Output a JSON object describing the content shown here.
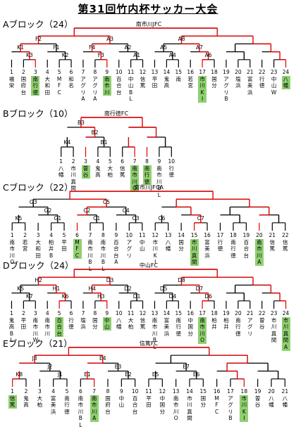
{
  "title": "第31回竹内杯サッカー大会",
  "colors": {
    "winner_line": "#e00000",
    "normal_line": "#000000",
    "highlight": "#8fd070"
  },
  "blocks": [
    {
      "label": "Aブロック（24）",
      "champion": "南市川JFC",
      "matches": [
        "K3",
        "K1",
        "K2",
        "F1",
        "F2",
        "F3",
        "F4",
        "A1",
        "A2",
        "A3",
        "A4",
        "A5",
        "A6",
        "A7",
        "A8"
      ],
      "teams": [
        {
          "no": "1",
          "name": "福栄",
          "hl": false
        },
        {
          "no": "2",
          "name": "国府台",
          "hl": false
        },
        {
          "no": "3",
          "name": "南行徳",
          "hl": true
        },
        {
          "no": "4",
          "name": "大和田",
          "hl": false
        },
        {
          "no": "5",
          "name": "MFC",
          "hl": false
        },
        {
          "no": "6",
          "name": "和名",
          "hl": false
        },
        {
          "no": "7",
          "name": "アグリA",
          "hl": false
        },
        {
          "no": "8",
          "name": "アグリA",
          "hl": false
        },
        {
          "no": "9",
          "name": "南市川",
          "hl": true
        },
        {
          "no": "10",
          "name": "百合台",
          "hl": false
        },
        {
          "no": "11",
          "name": "中山BL",
          "hl": false
        },
        {
          "no": "12",
          "name": "信篤",
          "hl": false
        },
        {
          "no": "13",
          "name": "平田",
          "hl": false
        },
        {
          "no": "14",
          "name": "鬼高",
          "hl": false
        },
        {
          "no": "15",
          "name": "南",
          "hl": false
        },
        {
          "no": "16",
          "name": "若宮",
          "hl": false
        },
        {
          "no": "17",
          "name": "市川KI",
          "hl": true
        },
        {
          "no": "18",
          "name": "国分",
          "hl": false
        },
        {
          "no": "19",
          "name": "アグリB",
          "hl": false
        },
        {
          "no": "20",
          "name": "塩浜",
          "hl": false
        },
        {
          "no": "21",
          "name": "富美浜",
          "hl": false
        },
        {
          "no": "22",
          "name": "行徳",
          "hl": false
        },
        {
          "no": "23",
          "name": "中山W",
          "hl": false
        },
        {
          "no": "24",
          "name": "八幡",
          "hl": true
        }
      ]
    },
    {
      "label": "Bブロック（10）",
      "champion": "南行徳FC",
      "matches": [
        "K4",
        "B1",
        "B2",
        "B3"
      ],
      "teams": [
        {
          "no": "1",
          "name": "八幡",
          "hl": false
        },
        {
          "no": "2",
          "name": "市川真間",
          "hl": false
        },
        {
          "no": "3",
          "name": "曽谷",
          "hl": true
        },
        {
          "no": "4",
          "name": "鬼高",
          "hl": false
        },
        {
          "no": "5",
          "name": "大柏",
          "hl": false
        },
        {
          "no": "6",
          "name": "信篤",
          "hl": false
        },
        {
          "no": "7",
          "name": "南市川O",
          "hl": true
        },
        {
          "no": "8",
          "name": "南行徳",
          "hl": true
        },
        {
          "no": "9",
          "name": "南市川BL",
          "hl": false
        },
        {
          "no": "10",
          "name": "行徳",
          "hl": false
        }
      ]
    },
    {
      "label": "Cブロック（22）",
      "champion": "南市川JFCA",
      "matches": [
        "K5",
        "G1",
        "G2",
        "G3",
        "C1",
        "C2",
        "C3",
        "C4",
        "C5",
        "C6",
        "C7"
      ],
      "teams": [
        {
          "no": "1",
          "name": "南市川O",
          "hl": false
        },
        {
          "no": "2",
          "name": "若宮",
          "hl": false
        },
        {
          "no": "3",
          "name": "大和田",
          "hl": false
        },
        {
          "no": "4",
          "name": "柏井B",
          "hl": false
        },
        {
          "no": "5",
          "name": "平田",
          "hl": false
        },
        {
          "no": "6",
          "name": "MFC",
          "hl": true
        },
        {
          "no": "7",
          "name": "南市川BL",
          "hl": false
        },
        {
          "no": "8",
          "name": "南市川BL",
          "hl": false
        },
        {
          "no": "9",
          "name": "百合台A",
          "hl": false
        },
        {
          "no": "10",
          "name": "アグリ",
          "hl": false
        },
        {
          "no": "11",
          "name": "中山",
          "hl": false
        },
        {
          "no": "12",
          "name": "市川KI",
          "hl": false
        },
        {
          "no": "13",
          "name": "八幡",
          "hl": false
        },
        {
          "no": "14",
          "name": "国分",
          "hl": false
        },
        {
          "no": "15",
          "name": "市川真間",
          "hl": true
        },
        {
          "no": "16",
          "name": "富美浜",
          "hl": false
        },
        {
          "no": "17",
          "name": "行徳",
          "hl": false
        },
        {
          "no": "18",
          "name": "南行徳",
          "hl": false
        },
        {
          "no": "19",
          "name": "百合台",
          "hl": false
        },
        {
          "no": "20",
          "name": "南市川A",
          "hl": true
        },
        {
          "no": "21",
          "name": "信篤",
          "hl": false
        },
        {
          "no": "22",
          "name": "信篤",
          "hl": false
        }
      ]
    },
    {
      "label": "Dブロック（24）",
      "champion": "中山FC",
      "matches": [
        "K7",
        "K5",
        "K6",
        "H1",
        "H2",
        "H3",
        "H4",
        "D1",
        "D2",
        "D3",
        "D4",
        "D5",
        "D6",
        "D7",
        "D8"
      ],
      "teams": [
        {
          "no": "1",
          "name": "鬼高BL",
          "hl": false
        },
        {
          "no": "2",
          "name": "平田",
          "hl": false
        },
        {
          "no": "3",
          "name": "南市川W",
          "hl": false
        },
        {
          "no": "4",
          "name": "南市川",
          "hl": false
        },
        {
          "no": "5",
          "name": "百合台",
          "hl": true
        },
        {
          "no": "6",
          "name": "行徳",
          "hl": false
        },
        {
          "no": "7",
          "name": "塩浜",
          "hl": false
        },
        {
          "no": "8",
          "name": "国分",
          "hl": false
        },
        {
          "no": "9",
          "name": "中山",
          "hl": true
        },
        {
          "no": "10",
          "name": "八幡",
          "hl": false
        },
        {
          "no": "11",
          "name": "大柏",
          "hl": false
        },
        {
          "no": "12",
          "name": "信篤",
          "hl": false
        },
        {
          "no": "13",
          "name": "南市川BL",
          "hl": false
        },
        {
          "no": "14",
          "name": "富美浜",
          "hl": false
        },
        {
          "no": "15",
          "name": "南行徳",
          "hl": false
        },
        {
          "no": "16",
          "name": "中国分",
          "hl": false
        },
        {
          "no": "17",
          "name": "南市川O",
          "hl": true
        },
        {
          "no": "18",
          "name": "柏井",
          "hl": false
        },
        {
          "no": "19",
          "name": "柏井",
          "hl": false
        },
        {
          "no": "20",
          "name": "南行徳",
          "hl": false
        },
        {
          "no": "21",
          "name": "アグリ",
          "hl": false
        },
        {
          "no": "22",
          "name": "曽谷",
          "hl": false
        },
        {
          "no": "23",
          "name": "市川真間",
          "hl": false
        },
        {
          "no": "24",
          "name": "市川真間A",
          "hl": true
        }
      ]
    },
    {
      "label": "Eブロック（21）",
      "champion": "信篤FC",
      "matches": [
        "K8",
        "J1",
        "J2",
        "J3",
        "E1",
        "E2",
        "E3",
        "E4",
        "E5",
        "E6",
        "E7"
      ],
      "teams": [
        {
          "no": "1",
          "name": "信篤",
          "hl": true
        },
        {
          "no": "2",
          "name": "鬼高",
          "hl": false
        },
        {
          "no": "3",
          "name": "大柏",
          "hl": false
        },
        {
          "no": "4",
          "name": "富美浜",
          "hl": false
        },
        {
          "no": "5",
          "name": "南行徳",
          "hl": false
        },
        {
          "no": "6",
          "name": "南市川BL",
          "hl": false
        },
        {
          "no": "7",
          "name": "南市川A",
          "hl": true
        },
        {
          "no": "8",
          "name": "国府台",
          "hl": false
        },
        {
          "no": "9",
          "name": "中山",
          "hl": false
        },
        {
          "no": "10",
          "name": "百合台",
          "hl": false
        },
        {
          "no": "11",
          "name": "平田",
          "hl": false
        },
        {
          "no": "12",
          "name": "中国分",
          "hl": false
        },
        {
          "no": "13",
          "name": "南市川O",
          "hl": false
        },
        {
          "no": "14",
          "name": "市川真間",
          "hl": false
        },
        {
          "no": "15",
          "name": "国分",
          "hl": false
        },
        {
          "no": "16",
          "name": "MFC",
          "hl": false
        },
        {
          "no": "17",
          "name": "アグリB",
          "hl": false
        },
        {
          "no": "18",
          "name": "市川KI",
          "hl": true
        },
        {
          "no": "19",
          "name": "曽谷",
          "hl": false
        },
        {
          "no": "20",
          "name": "八幡",
          "hl": false
        },
        {
          "no": "21",
          "name": "八幡",
          "hl": false
        }
      ]
    }
  ]
}
